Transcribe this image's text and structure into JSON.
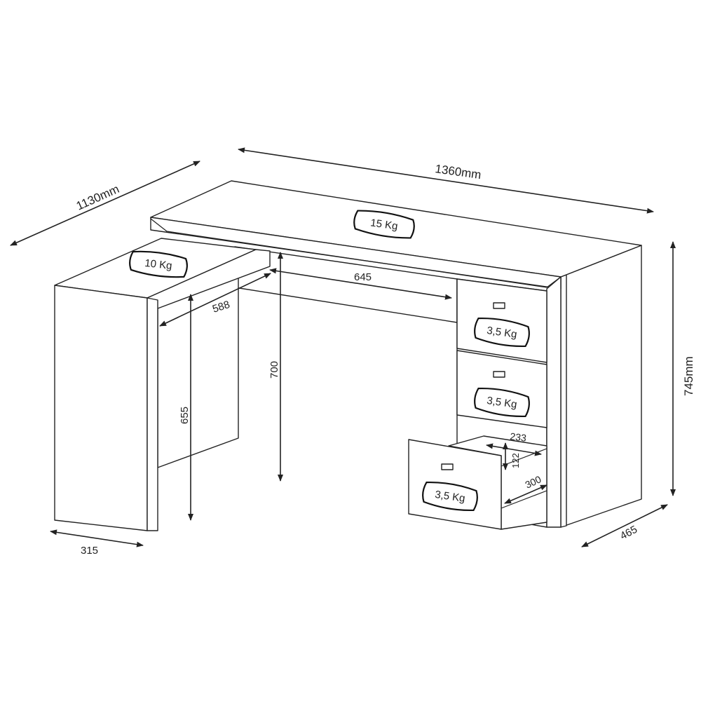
{
  "dimensions": {
    "depth_total": "1130mm",
    "width_total": "1360mm",
    "height_total": "745mm",
    "pedestal_depth": "465",
    "return_width": "315",
    "knee_height": "700",
    "return_knee_height": "655",
    "knee_width": "645",
    "return_knee_width": "588",
    "drawer_width": "233",
    "drawer_height": "122",
    "drawer_depth": "300"
  },
  "load_ratings": {
    "main_top": "15 Kg",
    "return_top": "10 Kg",
    "drawer_1": "3,5 Kg",
    "drawer_2": "3,5 Kg",
    "drawer_3": "3,5 Kg"
  },
  "colors": {
    "line": "#222222",
    "background": "#ffffff"
  }
}
